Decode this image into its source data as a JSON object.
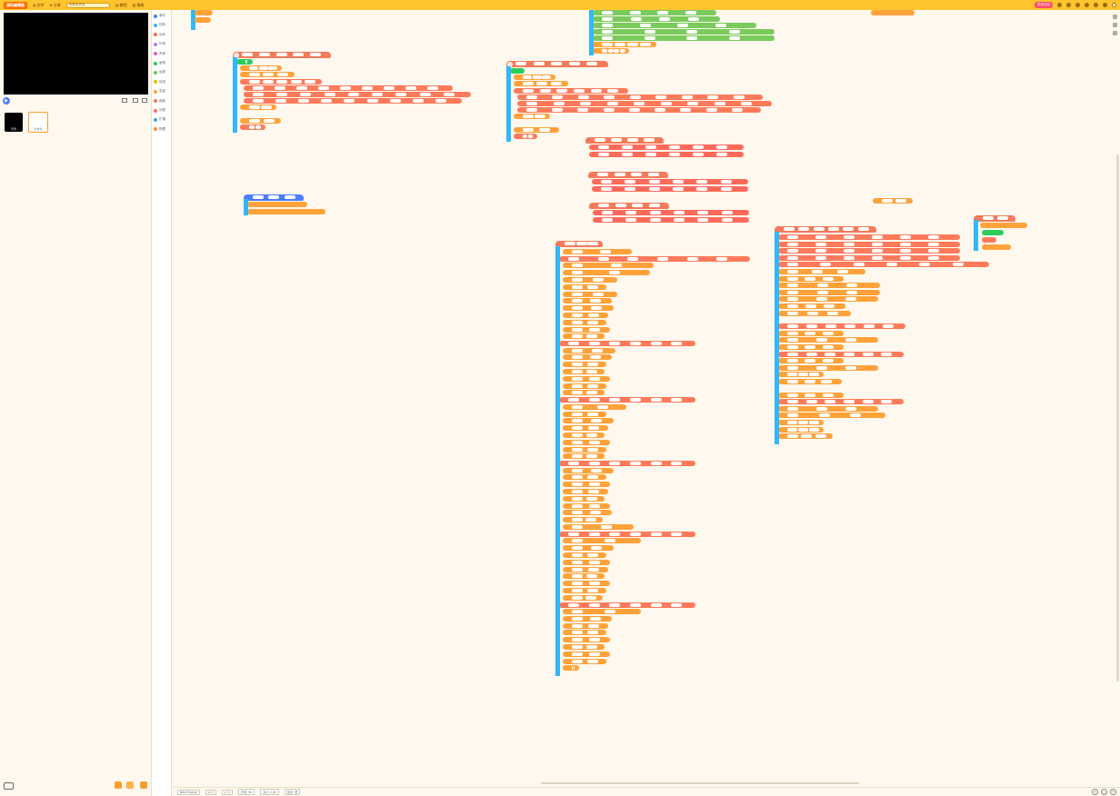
{
  "topbar": {
    "logo": "源码编辑器",
    "menu": [
      {
        "icon": "globe-icon",
        "label": "文件"
      },
      {
        "icon": "send-icon",
        "label": "分享"
      }
    ],
    "title_field": "未命名作品",
    "tools": [
      {
        "icon": "list-icon",
        "label": "教程"
      },
      {
        "icon": "book-icon",
        "label": "指南"
      }
    ],
    "publish_label": "发布作品",
    "right_icons": [
      "bell-icon",
      "gift-icon",
      "chat-icon",
      "grid-icon",
      "settings-icon",
      "help-icon",
      "avatar-icon"
    ],
    "colors": {
      "bar": "#ffc42e",
      "logo": "#ff6a00",
      "publish": "#ff4d6d"
    }
  },
  "stage": {
    "controls": [
      "run-flag-icon",
      "aspect-icon",
      "fullscreen-icon",
      "layout-icon"
    ]
  },
  "sprites": [
    {
      "name": "背景",
      "thumb": "#000000"
    },
    {
      "name": "新角色",
      "thumb": "#ffffff"
    }
  ],
  "palette": {
    "categories": [
      {
        "label": "事件",
        "color": "#4c7dff"
      },
      {
        "label": "控制",
        "color": "#30b7ff"
      },
      {
        "label": "动作",
        "color": "#ff7044"
      },
      {
        "label": "外观",
        "color": "#b77bff"
      },
      {
        "label": "声音",
        "color": "#e45ec8"
      },
      {
        "label": "画笔",
        "color": "#2ccd5c"
      },
      {
        "label": "运算",
        "color": "#66c85f"
      },
      {
        "label": "侦测",
        "color": "#f7b500"
      },
      {
        "label": "变量",
        "color": "#ffa23a"
      },
      {
        "label": "函数",
        "color": "#f07a5a"
      },
      {
        "label": "列表",
        "color": "#ff6a5b"
      },
      {
        "label": "扩展",
        "color": "#3aa0f0"
      },
      {
        "label": "物理",
        "color": "#ff8c3a"
      }
    ]
  },
  "blocks": {
    "palette": {
      "hat": "#f37b5b",
      "spine": "#30b7ff",
      "var": "#ffa23a",
      "op": "#ff7a5a",
      "logic": "#7acb5c",
      "event": "#4c7dff",
      "list": "#ff6a5b"
    }
  },
  "statusbar": {
    "fields": [
      "New Engine",
      "x: 0",
      "y: 0",
      "方向: 90",
      "大小: 100",
      "显示: 是"
    ],
    "zoom": [
      "zoom-in-icon",
      "zoom-out-icon",
      "zoom-reset-icon"
    ]
  }
}
